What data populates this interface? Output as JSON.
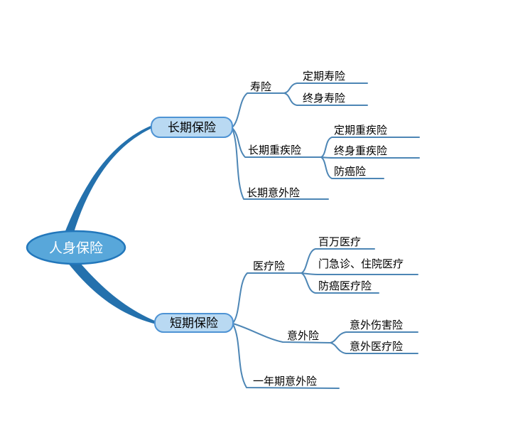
{
  "mindmap": {
    "root": {
      "label": "人身保险"
    },
    "branches": [
      {
        "label": "长期保险",
        "children": [
          {
            "label": "寿险",
            "children": [
              {
                "label": "定期寿险"
              },
              {
                "label": "终身寿险"
              }
            ]
          },
          {
            "label": "长期重疾险",
            "children": [
              {
                "label": "定期重疾险"
              },
              {
                "label": "终身重疾险"
              },
              {
                "label": "防癌险"
              }
            ]
          },
          {
            "label": "长期意外险",
            "children": []
          }
        ]
      },
      {
        "label": "短期保险",
        "children": [
          {
            "label": "医疗险",
            "children": [
              {
                "label": "百万医疗"
              },
              {
                "label": "门急诊、住院医疗"
              },
              {
                "label": "防癌医疗险"
              }
            ]
          },
          {
            "label": "意外险",
            "children": [
              {
                "label": "意外伤害险"
              },
              {
                "label": "意外医疗险"
              }
            ]
          },
          {
            "label": "一年期意外险",
            "children": []
          }
        ]
      }
    ]
  },
  "colors": {
    "root_fill": "#58a7da",
    "root_border": "#2277bb",
    "root_text": "#ffffff",
    "branch_box_fill": "#b9d9f2",
    "branch_box_border": "#4e93d4",
    "thick_branch": "#2471ad",
    "connector_line": "#4d86b5",
    "label_text": "#000000",
    "background": "#ffffff"
  }
}
